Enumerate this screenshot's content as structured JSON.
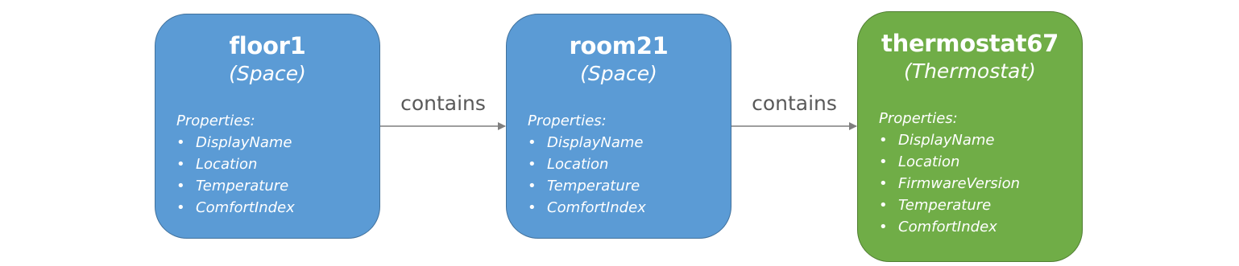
{
  "nodes": [
    {
      "name": "floor1",
      "type": "(Space)",
      "properties_label": "Properties:",
      "properties": [
        "DisplayName",
        "Location",
        "Temperature",
        "ComfortIndex"
      ],
      "color": "#5b9bd5"
    },
    {
      "name": "room21",
      "type": "(Space)",
      "properties_label": "Properties:",
      "properties": [
        "DisplayName",
        "Location",
        "Temperature",
        "ComfortIndex"
      ],
      "color": "#5b9bd5"
    },
    {
      "name": "thermostat67",
      "type": "(Thermostat)",
      "properties_label": "Properties:",
      "properties": [
        "DisplayName",
        "Location",
        "FirmwareVersion",
        "Temperature",
        "ComfortIndex"
      ],
      "color": "#70ad47"
    }
  ],
  "edges": [
    {
      "from": "floor1",
      "to": "room21",
      "label": "contains"
    },
    {
      "from": "room21",
      "to": "thermostat67",
      "label": "contains"
    }
  ],
  "colors": {
    "space_fill": "#5b9bd5",
    "device_fill": "#70ad47",
    "edge": "#7f7f7f"
  }
}
